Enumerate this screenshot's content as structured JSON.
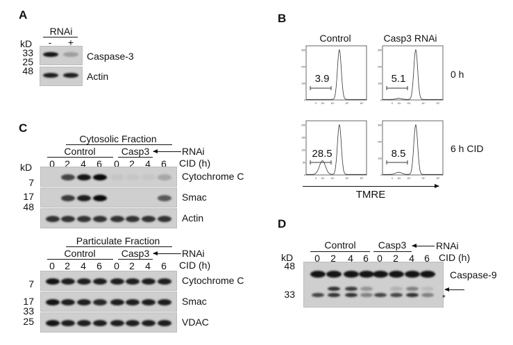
{
  "panelA": {
    "letter": "A",
    "rnai": "RNAi",
    "kd": "kD",
    "lanes": [
      "-",
      "+"
    ],
    "markers": [
      "33",
      "25",
      "48"
    ],
    "blots": [
      {
        "label": "Caspase-3",
        "bands": [
          0.95,
          0.25
        ]
      },
      {
        "label": "Actin",
        "bands": [
          0.9,
          0.9
        ]
      }
    ]
  },
  "panelB": {
    "letter": "B",
    "columns": [
      "Control",
      "Casp3 RNAi"
    ],
    "rows": [
      "0 h",
      "6 h CID"
    ],
    "xlabel": "TMRE",
    "plots": [
      {
        "value": "3.9",
        "low_fraction": 0.0
      },
      {
        "value": "5.1",
        "low_fraction": 0.02
      },
      {
        "value": "28.5",
        "low_fraction": 0.25
      },
      {
        "value": "8.5",
        "low_fraction": 0.04
      }
    ],
    "yticks_top": [
      "0",
      "100",
      "200",
      "300"
    ],
    "yticks_ctrl6": [
      "0",
      "50",
      "100",
      "150",
      "200"
    ],
    "xticks": [
      "0",
      "10²",
      "10³",
      "10⁴",
      "10⁵"
    ]
  },
  "panelC": {
    "letter": "C",
    "kd": "kD",
    "rnai": "RNAi",
    "cid": "CID (h)",
    "groups": [
      "Control",
      "Casp3"
    ],
    "lanes": [
      "0",
      "2",
      "4",
      "6",
      "0",
      "2",
      "4",
      "6"
    ],
    "cytosolic": {
      "title": "Cytosolic Fraction",
      "markers": [
        "7",
        "17",
        "48"
      ],
      "blots": [
        {
          "label": "Cytochrome C",
          "bands": [
            0,
            0.7,
            0.95,
            1,
            0.05,
            0.04,
            0.04,
            0.2
          ]
        },
        {
          "label": "Smac",
          "bands": [
            0,
            0.75,
            0.9,
            1,
            0,
            0,
            0,
            0.6
          ]
        },
        {
          "label": "Actin",
          "bands": [
            0.8,
            0.8,
            0.8,
            0.8,
            0.8,
            0.8,
            0.8,
            0.8
          ]
        }
      ]
    },
    "particulate": {
      "title": "Particulate Fraction",
      "markers": [
        "7",
        "17",
        "33",
        "25"
      ],
      "blots": [
        {
          "label": "Cytochrome C",
          "bands": [
            0.95,
            0.9,
            0.9,
            0.9,
            0.9,
            0.9,
            0.9,
            0.9
          ]
        },
        {
          "label": "Smac",
          "bands": [
            0.95,
            0.9,
            0.9,
            0.85,
            0.9,
            0.9,
            0.9,
            0.9
          ]
        },
        {
          "label": "VDAC",
          "bands": [
            0.95,
            0.9,
            0.9,
            0.9,
            0.9,
            0.9,
            0.9,
            0.9
          ]
        }
      ]
    }
  },
  "panelD": {
    "letter": "D",
    "kd": "kD",
    "rnai": "RNAi",
    "cid": "CID (h)",
    "groups": [
      "Control",
      "Casp3"
    ],
    "lanes": [
      "0",
      "2",
      "4",
      "6",
      "0",
      "2",
      "4",
      "6"
    ],
    "markers": [
      "48",
      "33"
    ],
    "label": "Caspase-9",
    "asterisk": "*",
    "bands_full": [
      0.95,
      0.95,
      0.95,
      0.95,
      0.95,
      0.95,
      0.95,
      0.95
    ],
    "bands_cleaved": [
      0,
      0.8,
      0.75,
      0.3,
      0,
      0.15,
      0.4,
      0.1
    ],
    "bands_lower": [
      0.7,
      0.8,
      0.8,
      0.4,
      0.7,
      0.7,
      0.8,
      0.4
    ]
  }
}
